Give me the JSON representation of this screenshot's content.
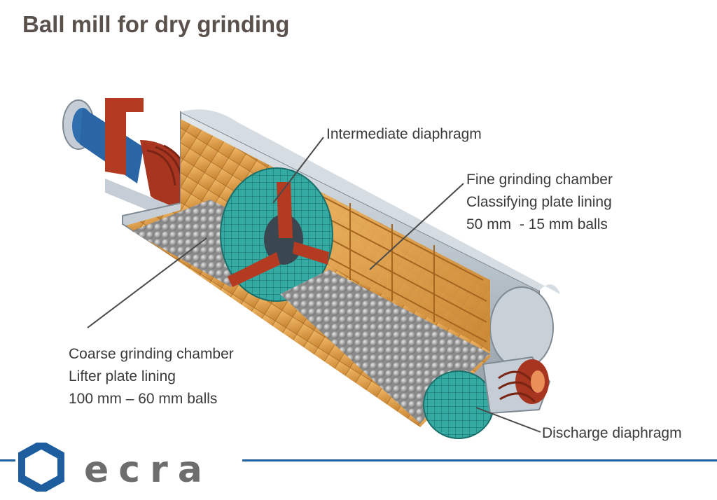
{
  "title": "Ball mill for dry grinding",
  "labels": {
    "intermediate": [
      "Intermediate diaphragm"
    ],
    "fine": [
      "Fine grinding chamber",
      "Classifying plate lining",
      "50 mm  - 15 mm balls"
    ],
    "coarse": [
      "Coarse grinding chamber",
      "Lifter plate lining",
      "100 mm – 60 mm balls"
    ],
    "discharge": [
      "Discharge diaphragm"
    ]
  },
  "logo": {
    "text": "ecra"
  },
  "colors": {
    "brand_blue": "#1f5e9e",
    "logo_grey": "#6d6d6d",
    "title": "#5a514d",
    "shell": "#b9c3cb",
    "lining": "#e2a14f",
    "diaphragm": "#33a9a3",
    "inlet_red": "#b43a22",
    "balls": "#9a9a9a"
  },
  "icons": [
    "ecra-hexagon-logo-icon"
  ]
}
